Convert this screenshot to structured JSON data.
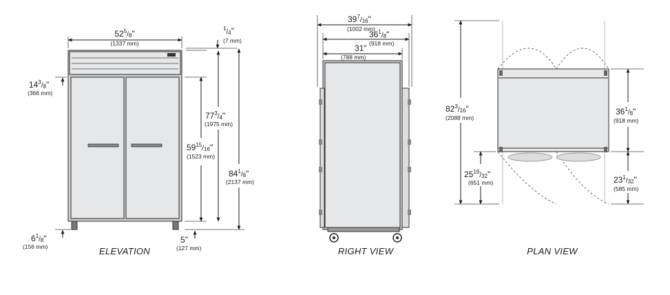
{
  "views": {
    "elevation": {
      "caption": "ELEVATION",
      "width": {
        "inch": "52",
        "num": "5",
        "den": "8",
        "mm": "(1337 mm)"
      },
      "top_gap": {
        "inch": "",
        "num": "1",
        "den": "4",
        "mm": "(7 mm)"
      },
      "grille": {
        "inch": "14",
        "num": "3",
        "den": "8",
        "mm": "(366 mm)"
      },
      "cabinet_h": {
        "inch": "77",
        "num": "3",
        "den": "4",
        "mm": "(1975 mm)"
      },
      "door_h": {
        "inch": "59",
        "num": "15",
        "den": "16",
        "mm": "(1523 mm)"
      },
      "overall_h": {
        "inch": "84",
        "num": "1",
        "den": "8",
        "mm": "(2137 mm)"
      },
      "leg_h": {
        "inch": "6",
        "num": "1",
        "den": "8",
        "mm": "(156 mm)"
      },
      "bottom": {
        "inch": "5",
        "num": "",
        "den": "",
        "mm": "(127 mm)"
      }
    },
    "right": {
      "caption": "RIGHT VIEW",
      "overall_depth": {
        "inch": "39",
        "num": "7",
        "den": "16",
        "mm": "(1002 mm)"
      },
      "body_depth": {
        "inch": "36",
        "num": "1",
        "den": "8",
        "mm": "(918 mm)"
      },
      "cabinet_depth": {
        "inch": "31",
        "num": "",
        "den": "",
        "mm": "(788 mm)"
      }
    },
    "plan": {
      "caption": "PLAN VIEW",
      "swing_depth": {
        "inch": "82",
        "num": "3",
        "den": "16",
        "mm": "(2088 mm)"
      },
      "body_depth": {
        "inch": "36",
        "num": "1",
        "den": "8",
        "mm": "(918 mm)"
      },
      "door_clear": {
        "inch": "25",
        "num": "19",
        "den": "32",
        "mm": "(651 mm)"
      },
      "side_clear": {
        "inch": "23",
        "num": "1",
        "den": "32",
        "mm": "(585 mm)"
      }
    }
  },
  "colors": {
    "line": "#1a1a1a",
    "panel": "#e6e7e8",
    "frame": "#cfd0d2"
  }
}
